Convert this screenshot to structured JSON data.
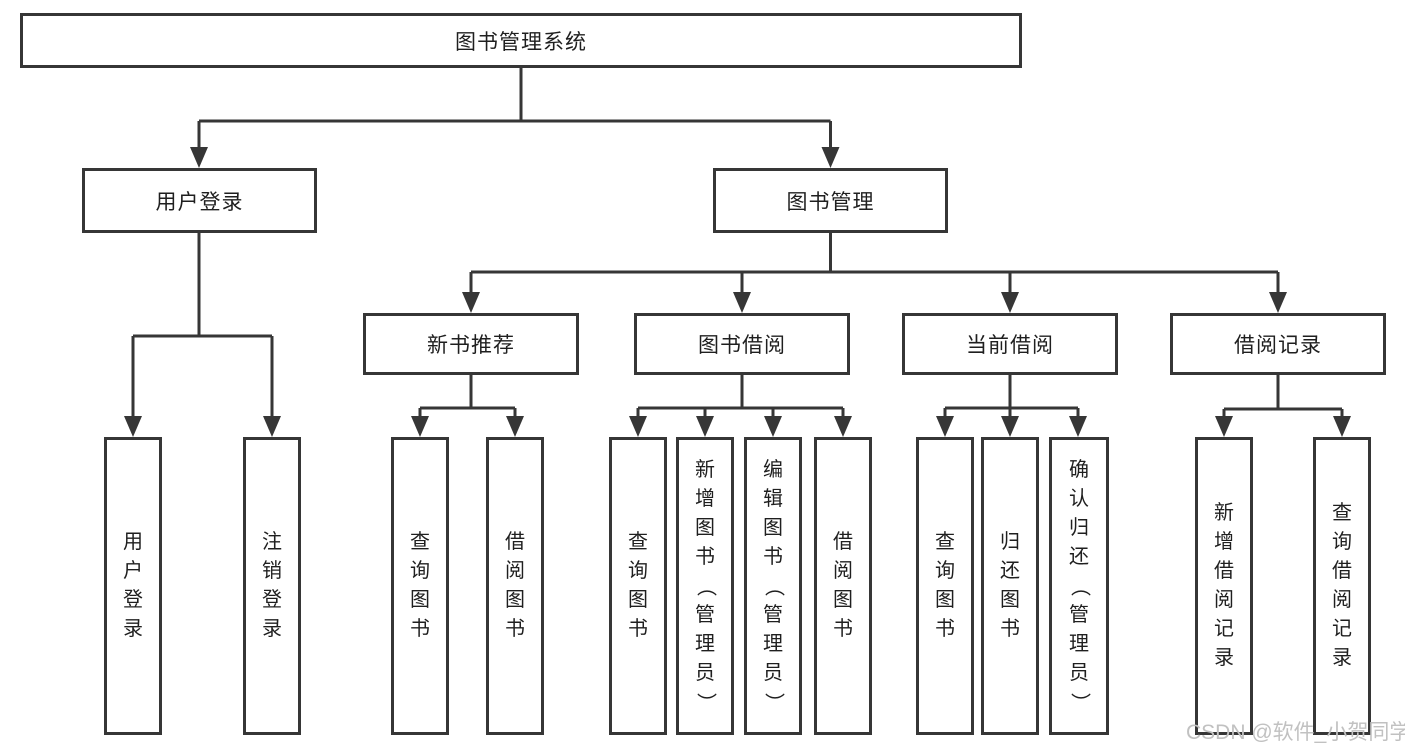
{
  "colors": {
    "line": "#363636",
    "node_border": "#363636",
    "text": "#1f1f1f",
    "background": "#ffffff",
    "watermark": "#c1c1c1"
  },
  "watermark": "CSDN @软件_小贺同学",
  "tree": {
    "root": "图书管理系统",
    "level2": {
      "user_login": "用户登录",
      "book_mgmt": "图书管理"
    },
    "level3": {
      "new_books": "新书推荐",
      "book_borrow": "图书借阅",
      "current_borrow": "当前借阅",
      "borrow_records": "借阅记录"
    },
    "leaves": {
      "user_login": [
        "用户登录",
        "注销登录"
      ],
      "new_books": [
        "查询图书",
        "借阅图书"
      ],
      "book_borrow": [
        "查询图书",
        "新增图书（管理员）",
        "编辑图书（管理员）",
        "借阅图书"
      ],
      "current_borrow": [
        "查询图书",
        "归还图书",
        "确认归还（管理员）"
      ],
      "borrow_records": [
        "新增借阅记录",
        "查询借阅记录"
      ]
    }
  }
}
